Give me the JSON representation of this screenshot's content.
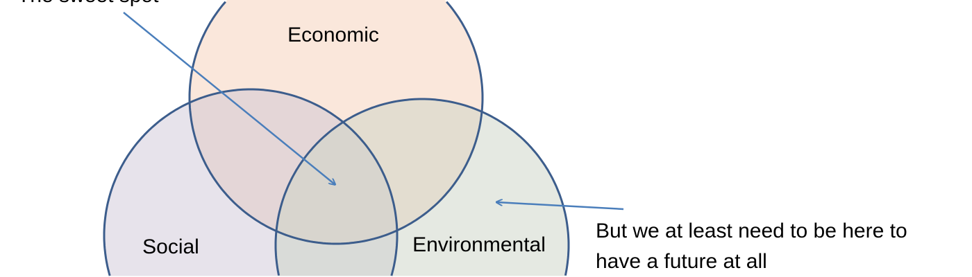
{
  "title_annotation": "The sweet spot",
  "circles": {
    "economic": {
      "label": "Economic",
      "fill": "#f9e3d5"
    },
    "social": {
      "label": "Social",
      "fill": "#e3dfe8"
    },
    "environmental": {
      "label": "Environmental",
      "fill": "#e3e8e0"
    }
  },
  "annotation_right": {
    "line1": "But we at least need to be here to",
    "line2": "have a future at all"
  },
  "colors": {
    "stroke": "#3c5d8c",
    "arrow": "#4a7ebb"
  }
}
